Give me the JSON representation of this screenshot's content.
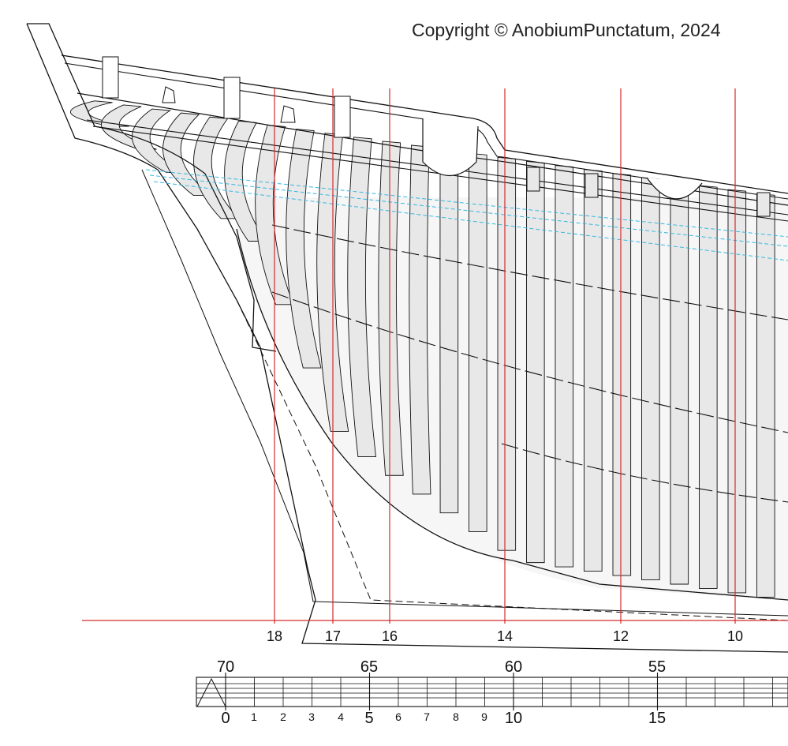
{
  "copyright": "Copyright © AnobiumPunctatum, 2024",
  "stations": [
    {
      "label": "18"
    },
    {
      "label": "17"
    },
    {
      "label": "16"
    },
    {
      "label": "14"
    },
    {
      "label": "12"
    },
    {
      "label": "10"
    }
  ],
  "scale": {
    "top_labels": [
      "70",
      "65",
      "60",
      "55"
    ],
    "bottom_major_labels": [
      "0",
      "5",
      "10",
      "15"
    ],
    "bottom_minor_labels": [
      "1",
      "2",
      "3",
      "4",
      "6",
      "7",
      "8",
      "9"
    ]
  },
  "colors": {
    "station_line": "#d42a2a",
    "waterline": "#38b8e0",
    "frame_fill": "#e8e8e8",
    "outline": "#111111"
  }
}
